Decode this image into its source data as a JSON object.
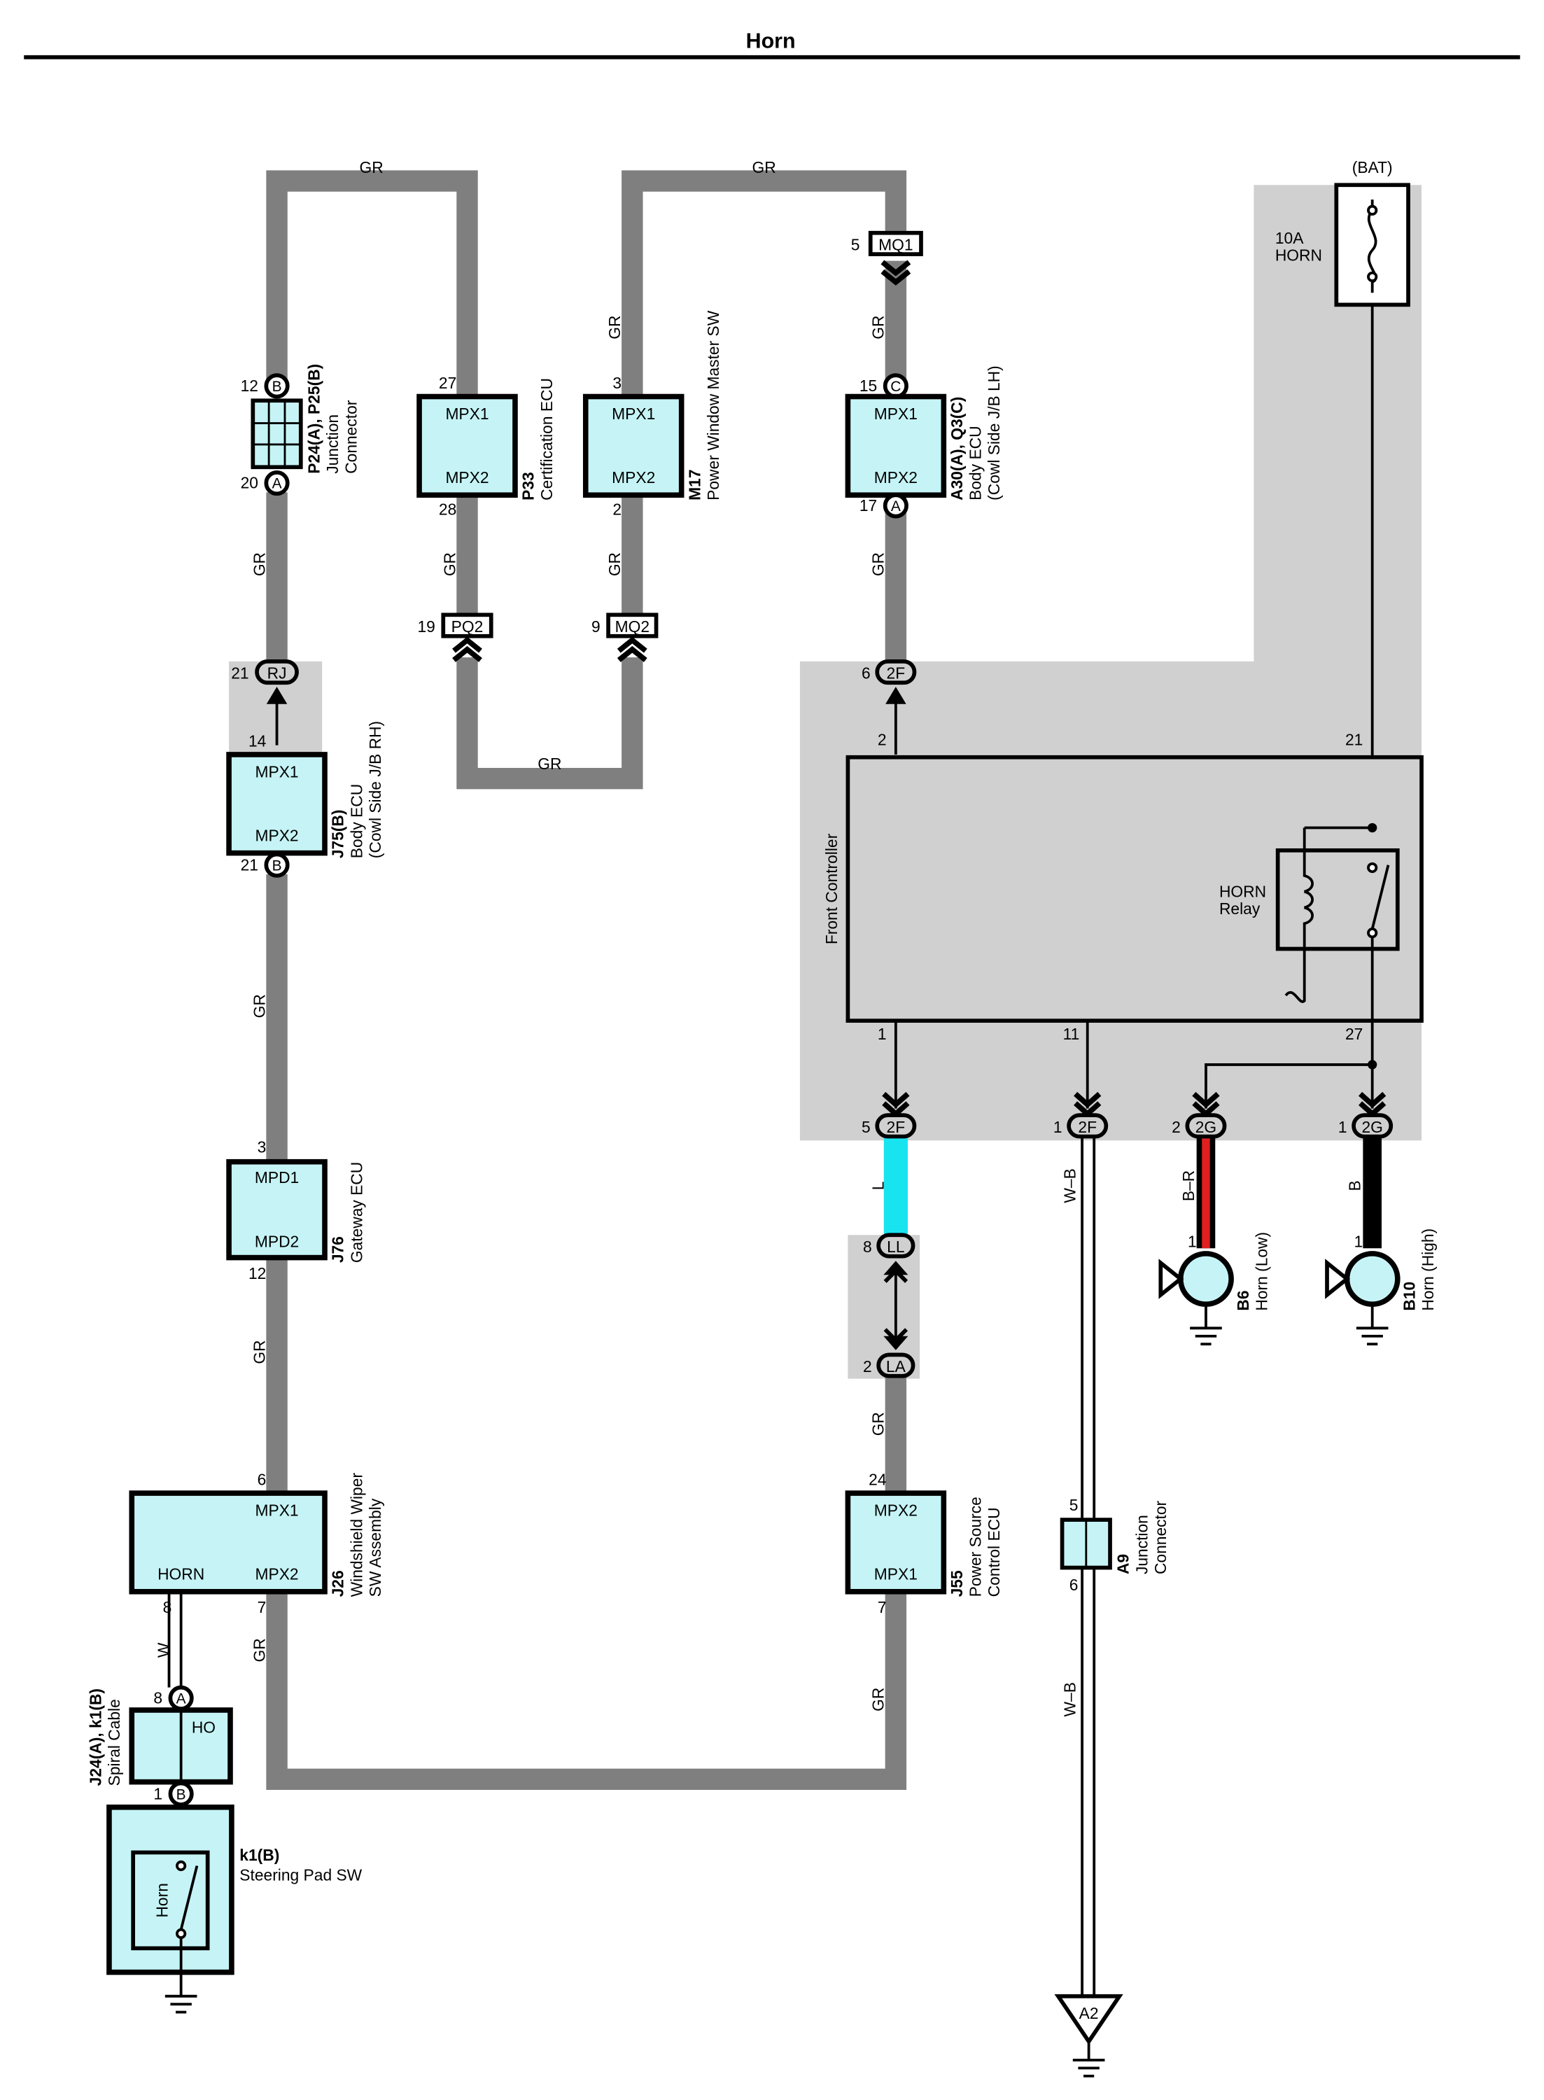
{
  "title": "Horn",
  "wire_colors": {
    "gr": "#7f7f7f",
    "l": "#18e4f0",
    "b": "#000000",
    "br_stripe": "#e02020",
    "grey_area": "#d0d0d0",
    "ecu_fill": "#c6f4f6"
  },
  "wire_labels": {
    "gr": "GR",
    "l": "L",
    "w": "W",
    "wb": "W–B",
    "br": "B–R",
    "b": "B"
  },
  "power": {
    "bat": "(BAT)",
    "fuse_amp": "10A",
    "fuse_name": "HORN"
  },
  "connectors": {
    "mq1": "MQ1",
    "pq2": "PQ2",
    "mq2": "MQ2",
    "rj": "RJ",
    "ll": "LL",
    "la": "LA",
    "2f": "2F",
    "2g": "2G",
    "a": "A",
    "b": "B",
    "c": "C",
    "a2": "A2"
  },
  "pins": {
    "p5": "5",
    "p12": "12",
    "p20": "20",
    "p27": "27",
    "p28": "28",
    "p3": "3",
    "p2": "2",
    "p15": "15",
    "p17": "17",
    "p19": "19",
    "p9": "9",
    "p6": "6",
    "p21": "21",
    "p14": "14",
    "p1": "1",
    "p11": "11",
    "p8": "8",
    "p24": "24",
    "p7": "7"
  },
  "components": {
    "p24": {
      "code": "P24(A), P25(B)",
      "name1": "Junction",
      "name2": "Connector"
    },
    "p33": {
      "code": "P33",
      "name1": "Certification ECU"
    },
    "m17": {
      "code": "M17",
      "name1": "Power Window Master SW"
    },
    "a30": {
      "code": "A30(A), Q3(C)",
      "name1": "Body ECU",
      "name2": "(Cowl Side J/B LH)"
    },
    "j75": {
      "code": "J75(B)",
      "name1": "Body ECU",
      "name2": "(Cowl Side J/B RH)"
    },
    "j76": {
      "code": "J76",
      "name1": "Gateway ECU"
    },
    "j26": {
      "code": "J26",
      "name1": "Windshield Wiper",
      "name2": "SW Assembly"
    },
    "j55": {
      "code": "J55",
      "name1": "Power Source",
      "name2": "Control ECU"
    },
    "a9": {
      "code": "A9",
      "name1": "Junction",
      "name2": "Connector"
    },
    "b6": {
      "code": "B6",
      "name1": "Horn (Low)"
    },
    "b10": {
      "code": "B10",
      "name1": "Horn (High)"
    },
    "j24": {
      "code": "J24(A), k1(B)",
      "name1": "Spiral Cable"
    },
    "k1": {
      "code": "k1(B)",
      "name1": "Steering Pad SW"
    },
    "front": {
      "name1": "Front Controller"
    },
    "relay": {
      "name1": "HORN",
      "name2": "Relay"
    }
  },
  "terminals": {
    "mpx1": "MPX1",
    "mpx2": "MPX2",
    "mpd1": "MPD1",
    "mpd2": "MPD2",
    "horn": "HORN",
    "ho": "HO",
    "horn_sw": "Horn"
  }
}
